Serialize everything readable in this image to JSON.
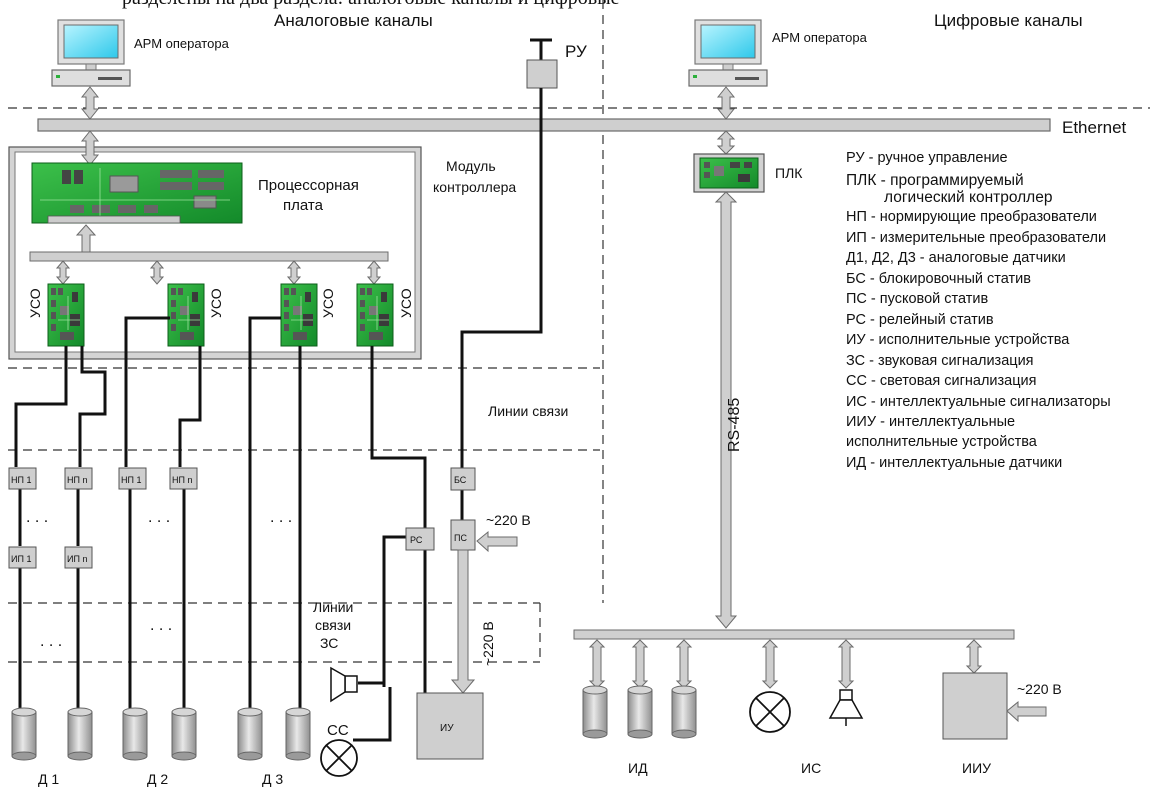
{
  "header": {
    "top_cut_text": "разделены на два раздела: аналоговые каналы и цифровые",
    "analog_title": "Аналоговые каналы",
    "digital_title": "Цифровые каналы"
  },
  "labels": {
    "arm_operator": "АРМ оператора",
    "ru": "РУ",
    "ethernet": "Ethernet",
    "processor_board": [
      "Процессорная",
      "плата"
    ],
    "controller_module": [
      "Модуль",
      "контроллера"
    ],
    "uso": "УСО",
    "plk": "ПЛК",
    "rs485": "RS-485",
    "comm_lines": "Линии связи",
    "comm_lines_zs": [
      "Линии",
      "связи",
      "ЗС"
    ],
    "bs": "БС",
    "ps": "ПС",
    "rs": "РС",
    "iu": "ИУ",
    "v220": "~220 В",
    "np1": "НП 1",
    "npn": "НП n",
    "ip1": "ИП 1",
    "ipn": "ИП n",
    "d1": "Д 1",
    "d2": "Д 2",
    "d3": "Д 3",
    "ss": "СС",
    "id": "ИД",
    "is": "ИС",
    "iiu": "ИИУ",
    "dots": ". . ."
  },
  "legend": [
    {
      "text": "РУ - ручное управление",
      "bold": false
    },
    {
      "text": "ПЛК - программируемый",
      "bold": true
    },
    {
      "text": "логический контроллер",
      "bold": true
    },
    {
      "text": "НП - нормирующие преобразователи",
      "bold": false
    },
    {
      "text": "ИП - измерительные преобразователи",
      "bold": false
    },
    {
      "text": "Д1, Д2, Д3 - аналоговые датчики",
      "bold": false
    },
    {
      "text": "БС - блокировочный статив",
      "bold": false
    },
    {
      "text": "ПС - пусковой статив",
      "bold": false
    },
    {
      "text": "РС - релейный статив",
      "bold": false
    },
    {
      "text": "ИУ - исполнительные устройства",
      "bold": false
    },
    {
      "text": "ЗС - звуковая сигнализация",
      "bold": false
    },
    {
      "text": "СС - световая сигнализация",
      "bold": false
    },
    {
      "text": "ИС - интеллектуальные сигнализаторы",
      "bold": false
    },
    {
      "text": "ИИУ - интеллектуальные",
      "bold": false
    },
    {
      "text": "исполнительные устройства",
      "bold": false
    },
    {
      "text": "ИД - интеллектуальные датчики",
      "bold": false
    }
  ]
}
